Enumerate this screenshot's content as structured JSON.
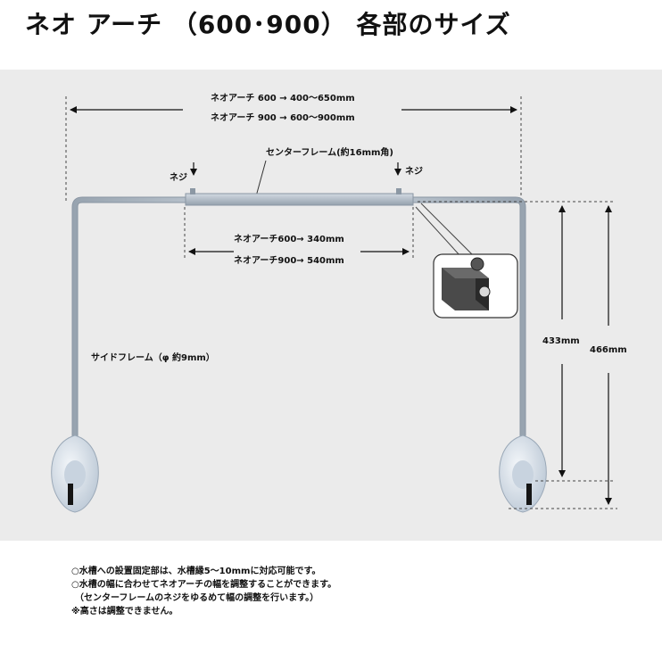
{
  "title": "ネオ アーチ （600･900） 各部のサイズ",
  "width_label": {
    "line1": "ネオアーチ 600 → 400～650mm",
    "line2": "ネオアーチ 900 → 600～900mm"
  },
  "center_frame_label": "センターフレーム(約16mm角)",
  "screw_left": "ネジ",
  "screw_right": "ネジ",
  "screw_span": {
    "line1": "ネオアーチ600→ 340mm",
    "line2": "ネオアーチ900→ 540mm"
  },
  "side_frame_label": "サイドフレーム（φ 約9mm）",
  "height_inner": "433mm",
  "height_outer": "466mm",
  "notes": [
    "○水槽への設置固定部は、水槽縁5～10mmに対応可能です。",
    "○水槽の幅に合わせてネオアーチの幅を調整することができます。",
    "（センターフレームのネジをゆるめて幅の調整を行います。）",
    "※高さは調整できません。"
  ],
  "colors": {
    "frame": "#b4bfca",
    "frame_edge": "#8a96a3",
    "panel": "#ebebeb",
    "clamp": "#dde5ee"
  }
}
